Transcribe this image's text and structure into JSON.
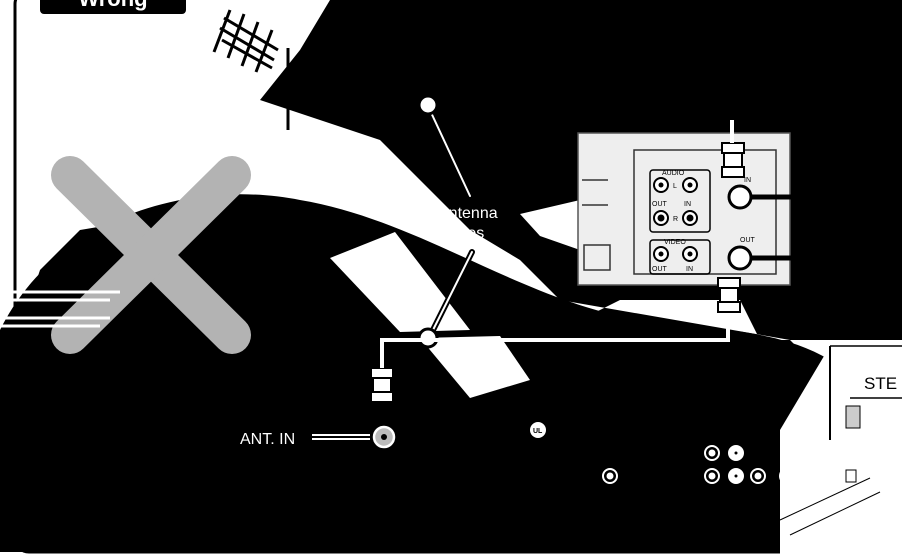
{
  "badge": {
    "text": "Wrong"
  },
  "labels": {
    "antenna_cables": [
      "Antenna",
      "cables"
    ],
    "ant_in": "ANT. IN",
    "stereo": "STE"
  },
  "vcr_panel": {
    "audio": "AUDIO",
    "video": "VIDEO",
    "out": "OUT",
    "in": "IN",
    "l": "L",
    "r": "R",
    "in_port": "IN",
    "out_port": "OUT"
  },
  "ul_mark": "UL",
  "colors": {
    "ink": "#000000",
    "paper": "#ffffff",
    "cross": "#b3b3b3",
    "panel": "#e8e8e8"
  }
}
